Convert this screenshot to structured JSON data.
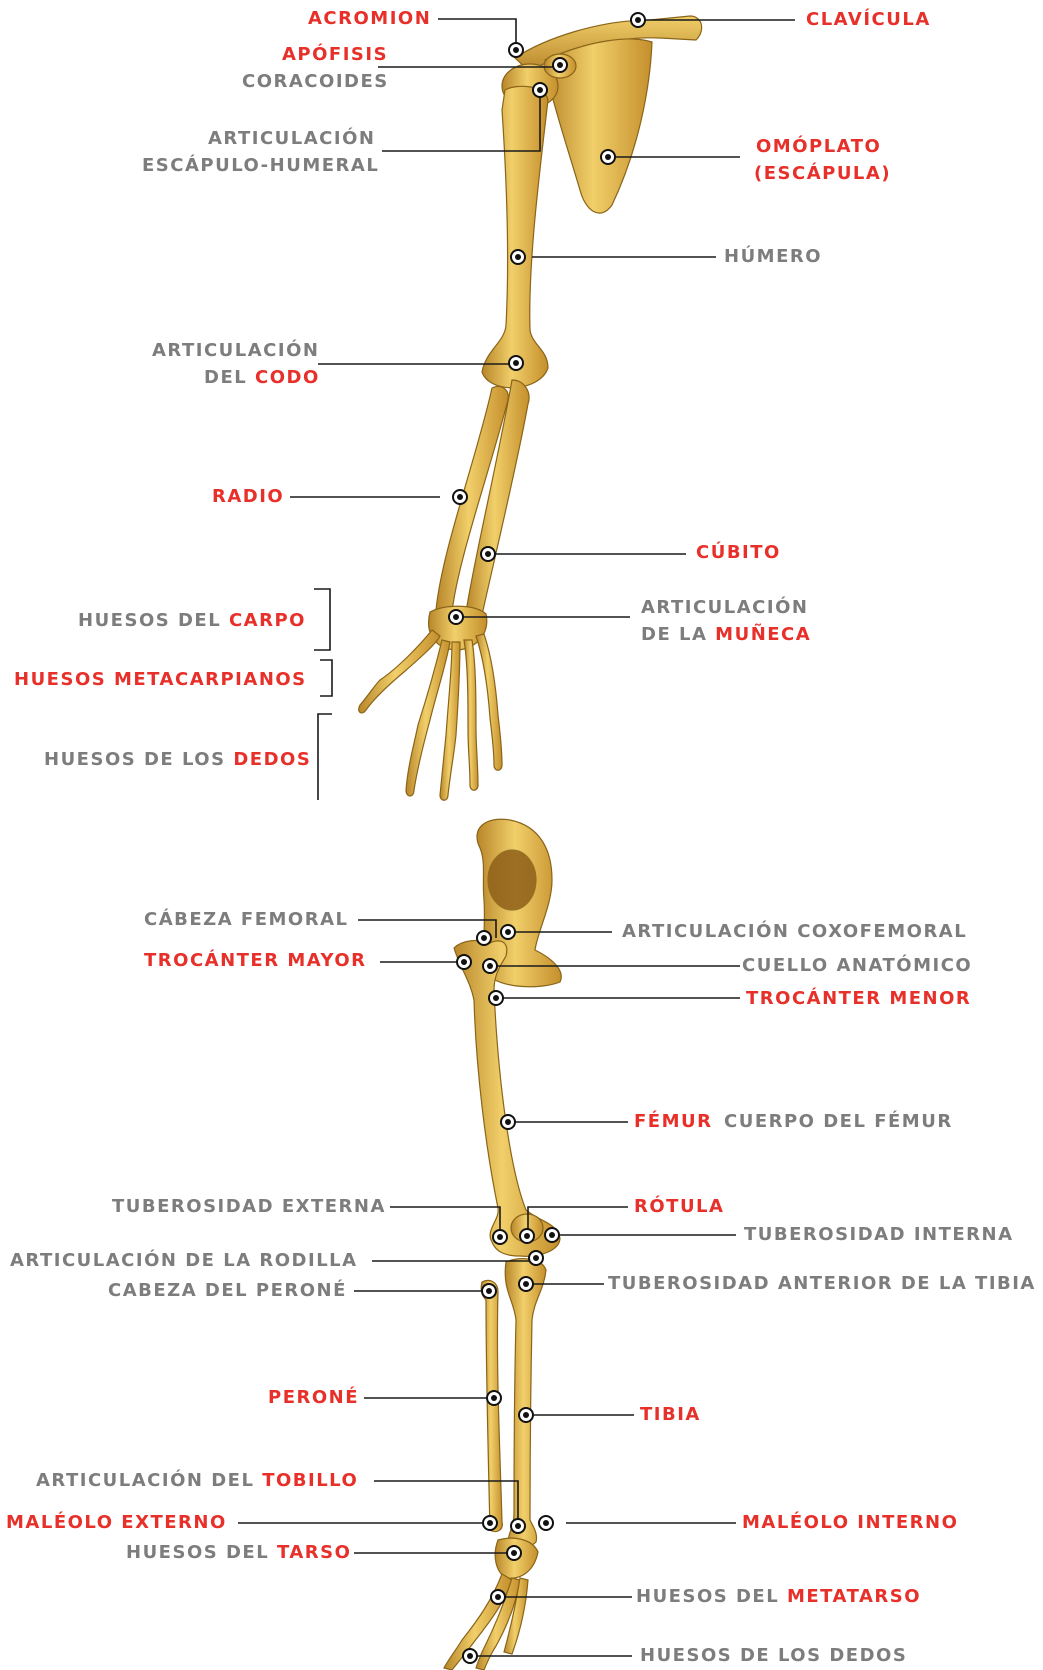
{
  "colors": {
    "red": "#e8302a",
    "gray": "#7d7d7d",
    "bone": "#e3b545",
    "bone_dark": "#b8862a",
    "line": "#1a1a1a"
  },
  "arm": {
    "acromion": "ACROMION",
    "apofisis": "APÓFISIS",
    "coracoides": "CORACOIDES",
    "clavicula": "CLAVÍCULA",
    "art_escapulo_1": "ARTICULACIÓN",
    "art_escapulo_2": "ESCÁPULO-HUMERAL",
    "omoplato_1": "OMÓPLATO",
    "omoplato_2": "(ESCÁPULA)",
    "humero": "HÚMERO",
    "art_codo_1": "ARTICULACIÓN",
    "art_codo_2a": "DEL ",
    "art_codo_2b": "CODO",
    "radio": "RADIO",
    "cubito": "CÚBITO",
    "carpo_a": "HUESOS  DEL ",
    "carpo_b": "CARPO",
    "muneca_1": "ARTICULACIÓN",
    "muneca_2a": "DE LA ",
    "muneca_2b": "MUÑECA",
    "metacarpianos": "HUESOS  METACARPIANOS",
    "dedos_a": "HUESOS DE LOS ",
    "dedos_b": "DEDOS"
  },
  "leg": {
    "cabeza_femoral": "CÁBEZA FEMORAL",
    "art_coxofemoral": "ARTICULACIÓN COXOFEMORAL",
    "trocanter_mayor": "TROCÁNTER MAYOR",
    "cuello_anatomico": "CUELLO ANATÓMICO",
    "trocanter_menor": "TROCÁNTER MENOR",
    "femur": "FÉMUR",
    "cuerpo_femur": "CUERPO DEL FÉMUR",
    "tuberosidad_externa": "TUBEROSIDAD EXTERNA",
    "rotula": "RÓTULA",
    "tuberosidad_interna": "TUBEROSIDAD INTERNA",
    "art_rodilla": "ARTICULACIÓN DE LA RODILLA",
    "cabeza_perone": "CABEZA DEL PERONÉ",
    "tuberosidad_anterior": "TUBEROSIDAD ANTERIOR DE LA TIBIA",
    "perone": "PERONÉ",
    "tibia": "TIBIA",
    "tobillo_a": "ARTICULACIÓN DEL ",
    "tobillo_b": "TOBILLO",
    "maleolo_externo": "MALÉOLO EXTERNO",
    "maleolo_interno": "MALÉOLO INTERNO",
    "tarso_a": "HUESOS DEL ",
    "tarso_b": "TARSO",
    "metatarso_a": "HUESOS DEL ",
    "metatarso_b": "METATARSO",
    "dedos_pie": "HUESOS DE LOS DEDOS"
  }
}
